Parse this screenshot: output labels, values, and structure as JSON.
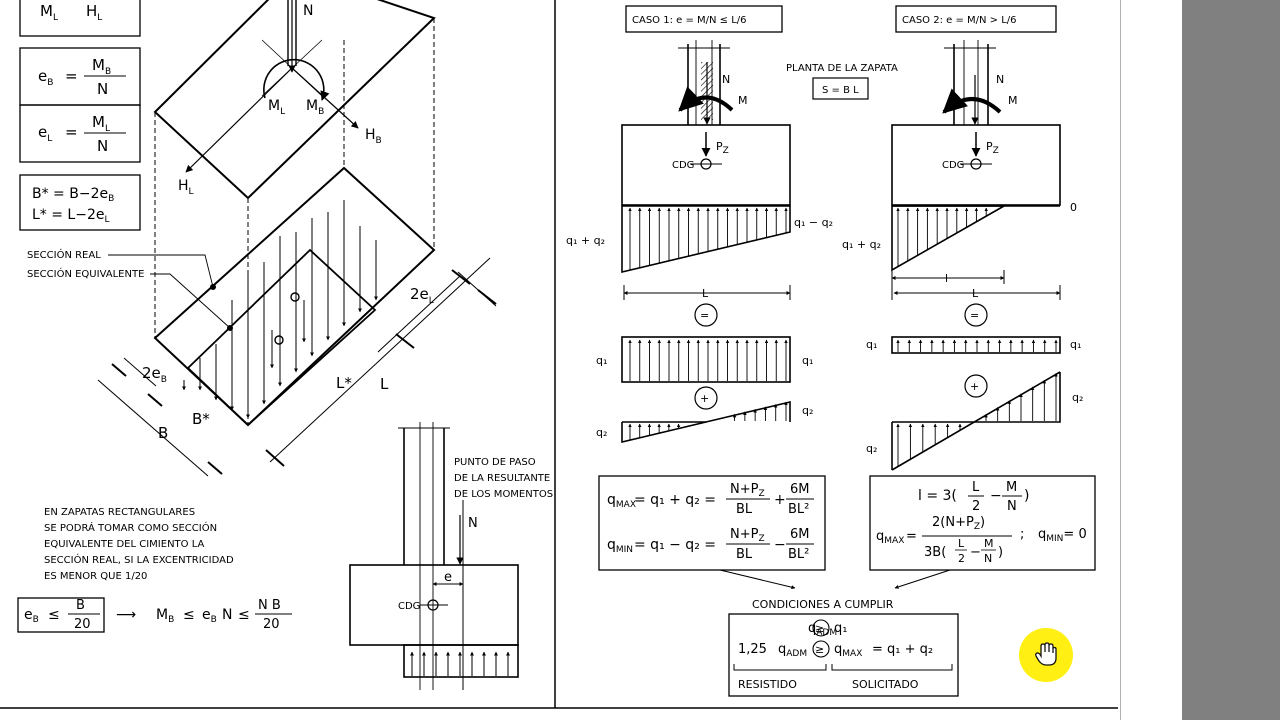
{
  "left": {
    "box_m": {
      "ml": "M",
      "ml_sub": "L",
      "hl": "H",
      "hl_sub": "L"
    },
    "formula_eb": {
      "lhs": "e",
      "lhs_sub": "B",
      "eq": "=",
      "num": "M",
      "num_sub": "B",
      "den": "N"
    },
    "formula_el": {
      "lhs": "e",
      "lhs_sub": "L",
      "eq": "=",
      "num": "M",
      "num_sub": "L",
      "den": "N"
    },
    "formula_bstar": {
      "line1": "B* = B−2e",
      "line1_sub": "B",
      "line2": "L* = L−2e",
      "line2_sub": "L"
    },
    "iso_labels": {
      "n": "N",
      "ml": "M",
      "ml_sub": "L",
      "mb": "M",
      "mb_sub": "B",
      "hb": "H",
      "hb_sub": "B",
      "hl": "H",
      "hl_sub": "L",
      "seccion_real": "SECCIÓN REAL",
      "seccion_equiv": "SECCIÓN EQUIVALENTE",
      "two_el": "2e",
      "two_el_sub": "L",
      "two_eb": "2e",
      "two_eb_sub": "B",
      "bstar": "B*",
      "b": "B",
      "lstar": "L*",
      "l": "L"
    },
    "note_lines": [
      "EN ZAPATAS RECTANGULARES",
      "SE PODRÁ TOMAR COMO SECCIÓN",
      "EQUIVALENTE DEL CIMIENTO LA",
      "SECCIÓN REAL, SI LA EXCENTRICIDAD",
      "ES MENOR QUE 1/20"
    ],
    "bottom_formula": {
      "lhs": "e",
      "lhs_sub": "B",
      "le": "≤",
      "num": "B",
      "den": "20",
      "arrow": "⟶",
      "mid": "M",
      "mid_sub": "B",
      "le2": "≤",
      "e": "e",
      "e_sub": "B",
      "n": "N",
      "le3": "≤",
      "num2": "N  B",
      "den2": "20"
    },
    "punto_lines": [
      "PUNTO DE PASO",
      "DE LA RESULTANTE",
      "DE LOS MOMENTOS"
    ],
    "small_labels": {
      "n": "N",
      "e": "e",
      "cdg": "CDG"
    }
  },
  "right": {
    "caso1": "CASO 1:      e = M/N ≤ L/6",
    "caso2": "CASO 2:      e = M/N > L/6",
    "planta": "PLANTA DE LA ZAPATA",
    "s_eq": "S = B L",
    "labels": {
      "n": "N",
      "m": "M",
      "pz": "P",
      "pz_sub": "Z",
      "cdg": "CDG",
      "q1q2": "q₁ + q₂",
      "q1mq2": "q₁ − q₂",
      "zero": "0",
      "l": "L",
      "l_small": "l",
      "eq_sym": "=",
      "plus_sym": "+",
      "q1": "q₁",
      "q2": "q₂"
    },
    "formula_qmax": {
      "lhs": "q",
      "lhs_sub": "MAX",
      "rhs": "= q₁ + q₂ =",
      "num1": "N+P",
      "num1_sub": "Z",
      "den1": "BL",
      "plus": "+",
      "num2": "6M",
      "den2": "BL²"
    },
    "formula_qmin": {
      "lhs": "q",
      "lhs_sub": "MIN",
      "rhs": "= q₁ − q₂ =",
      "num1": "N+P",
      "num1_sub": "Z",
      "den1": "BL",
      "minus": "−",
      "num2": "6M",
      "den2": "BL²"
    },
    "formula_l": {
      "lhs": "l = 3(",
      "num_a": "L",
      "den_a": "2",
      "minus": "−",
      "num_b": "M",
      "den_b": "N",
      "close": ")"
    },
    "formula_qmax2": {
      "lhs": "q",
      "lhs_sub": "MAX",
      "eq": "=",
      "num": "2(N+P",
      "num_sub": "Z",
      "num_end": ")",
      "den_pre": "3B(",
      "den_a": "L",
      "den_a2": "2",
      "den_minus": "−",
      "den_b": "M",
      "den_b2": "N",
      "den_close": ")",
      "sep": ";",
      "qmin": "q",
      "qmin_sub": "MIN",
      "qmin_val": "= 0"
    },
    "condiciones": "CONDICIONES A CUMPLIR",
    "cond1": {
      "q": "q",
      "q_sub": "ADM",
      "geq": "≥",
      "rhs": "q₁"
    },
    "cond2": {
      "coef": "1,25",
      "q": "q",
      "q_sub": "ADM",
      "geq": "≥",
      "q2": "q",
      "q2_sub": "MAX",
      "rhs": "= q₁ + q₂"
    },
    "resistido": "RESISTIDO",
    "solicitado": "SOLICITADO"
  },
  "colors": {
    "cursor": "#ffee00",
    "scrollbar": "#808080",
    "ink": "#000000"
  }
}
